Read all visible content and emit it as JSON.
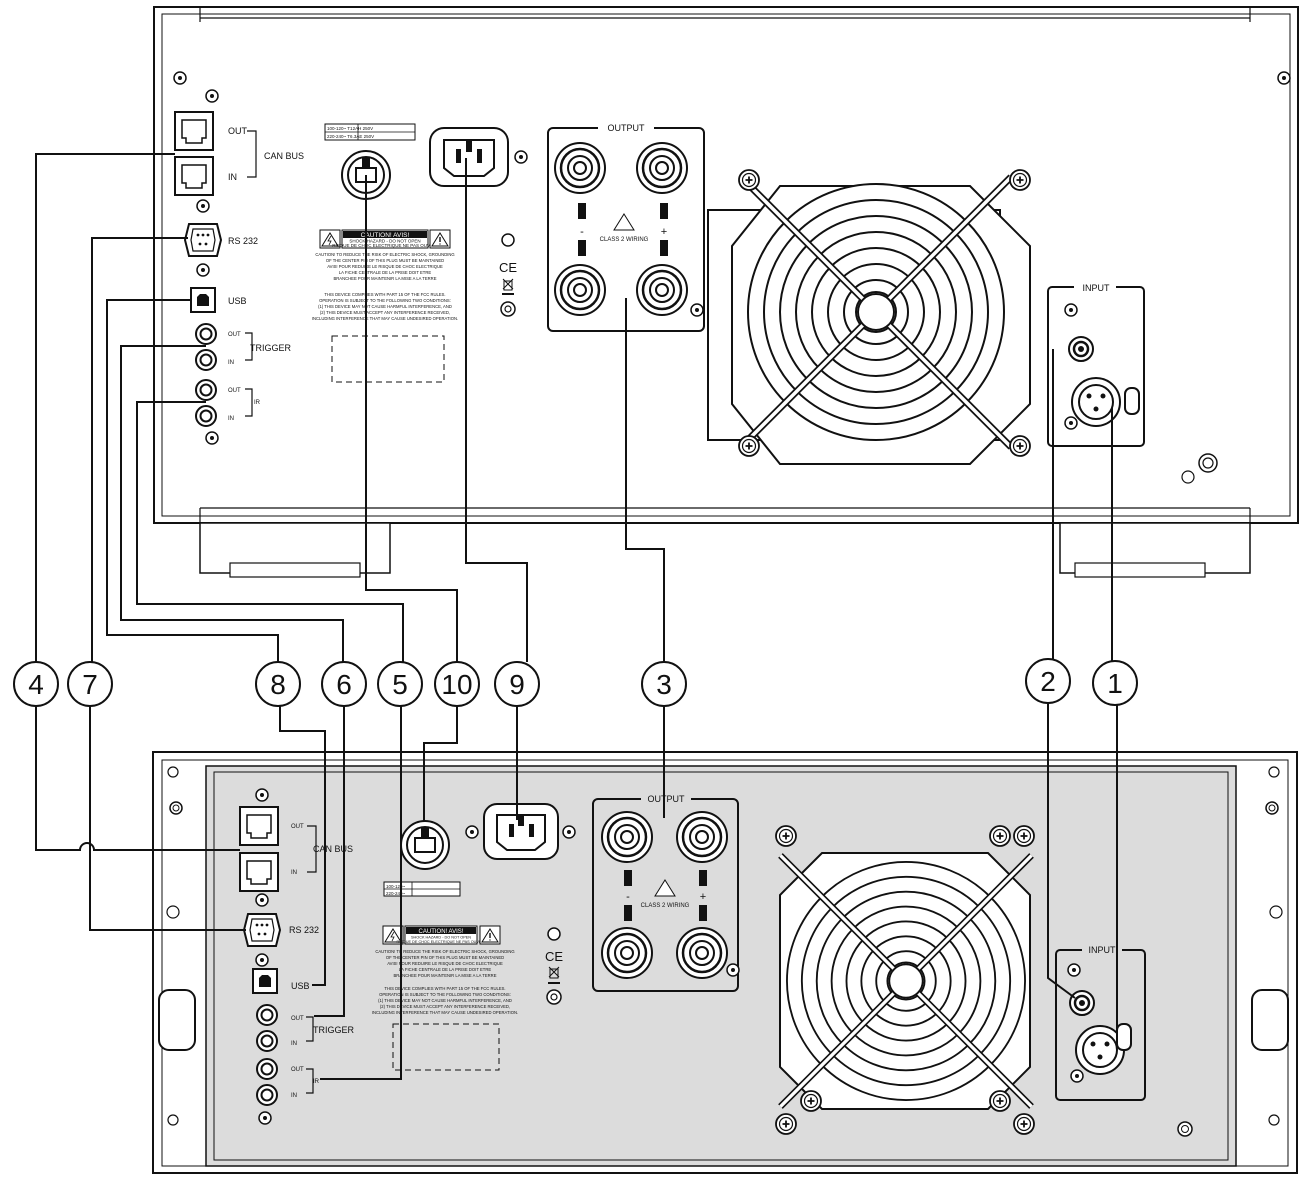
{
  "upper_unit": {
    "can_bus": {
      "out": "OUT",
      "label": "CAN  BUS",
      "in": "IN"
    },
    "rs232": "RS 232",
    "usb": "USB",
    "trigger": {
      "out": "OUT",
      "label": "TRIGGER",
      "in": "IN"
    },
    "ir": {
      "out": "OUT",
      "label": "IR",
      "in": "IN"
    },
    "fuse_rating_1": "100-120~  T12AH 250V",
    "fuse_rating_2": "220-240~  T6.3AE 250V",
    "caution_title": "CAUTION! AVIS!",
    "caution_sub_1": "SHOCK HAZARD - DO NOT OPEN",
    "caution_sub_2": "RISQUE DE CHOC ELECTRIQUE NE PAS OUVRIR",
    "caution_text": [
      "CAUTION! TO REDUCE THE RISK OF ELECTRIC SHOCK, GROUNDING",
      "OF THE CENTER PIN OF THIS PLUG MUST BE MAINTAINED",
      "AVIS! POUR REDUIRE LE RISQUE DE CHOC ELECTRIQUE",
      "LA FICHE CENTRALE DE LA PRISE DOIT ETRE",
      "BRANCHEE POUR MAINTENIR LA MISE A LA TERRE"
    ],
    "fcc_text": [
      "THIS DEVICE COMPLIES WITH PART 15 OF THE FCC RULES.",
      "OPERATION IS SUBJECT TO THE FOLLOWING TWO CONDITIONS:",
      "(1) THIS DEVICE MAY NOT CAUSE HARMFUL INTERFERENCE, AND",
      "(2) THIS DEVICE MUST ACCEPT ANY INTERFERENCE RECEIVED,",
      "INCLUDING INTERFERENCE THAT MAY CAUSE UNDESIRED OPERATION."
    ],
    "output": "OUTPUT",
    "class2": "CLASS 2 WIRING",
    "minus": "-",
    "plus": "+",
    "input": "INPUT",
    "ce": "CE"
  },
  "lower_unit": {
    "can_bus": {
      "out": "OUT",
      "label": "CAN BUS",
      "in": "IN"
    },
    "rs232": "RS 232",
    "usb": "USB",
    "trigger": {
      "out": "OUT",
      "label": "TRIGGER",
      "in": "IN"
    },
    "ir": {
      "out": "OUT",
      "label": "IR",
      "in": "IN"
    },
    "fuse_rating_1": "100-120~",
    "fuse_rating_2": "220-240~",
    "caution_title": "CAUTION! AVIS!",
    "caution_sub_1": "SHOCK HAZARD - DO NOT OPEN",
    "caution_sub_2": "RISQUE DE CHOC ELECTRIQUE NE PAS OUVRIR",
    "caution_text": [
      "CAUTION! TO REDUCE THE RISK OF ELECTRIC SHOCK, GROUNDING",
      "OF THE CENTER PIN OF THIS PLUG MUST BE MAINTAINED",
      "AVIS! POUR REDUIRE LE RISQUE DE CHOC ELECTRIQUE",
      "LA FICHE CENTRALE DE LA PRISE DOIT ETRE",
      "BRANCHEE POUR MAINTENIR LA MISE A LA TERRE"
    ],
    "fcc_text": [
      "THIS DEVICE COMPLIES WITH PART 15 OF THE FCC RULES.",
      "OPERATION IS SUBJECT TO THE FOLLOWING TWO CONDITIONS:",
      "(1) THIS DEVICE MAY NOT CAUSE HARMFUL INTERFERENCE, AND",
      "(2) THIS DEVICE MUST ACCEPT ANY INTERFERENCE RECEIVED,",
      "INCLUDING INTERFERENCE THAT MAY CAUSE UNDESIRED OPERATION."
    ],
    "output": "OUTPUT",
    "class2": "CLASS 2 WIRING",
    "minus": "-",
    "plus": "+",
    "input": "INPUT",
    "ce": "CE"
  },
  "callouts": [
    "4",
    "7",
    "8",
    "6",
    "5",
    "10",
    "9",
    "3",
    "2",
    "1"
  ],
  "colors": {
    "line": "#111111",
    "lower_panel_fill": "#dcdcdc",
    "upper_panel_fill": "#ffffff"
  }
}
